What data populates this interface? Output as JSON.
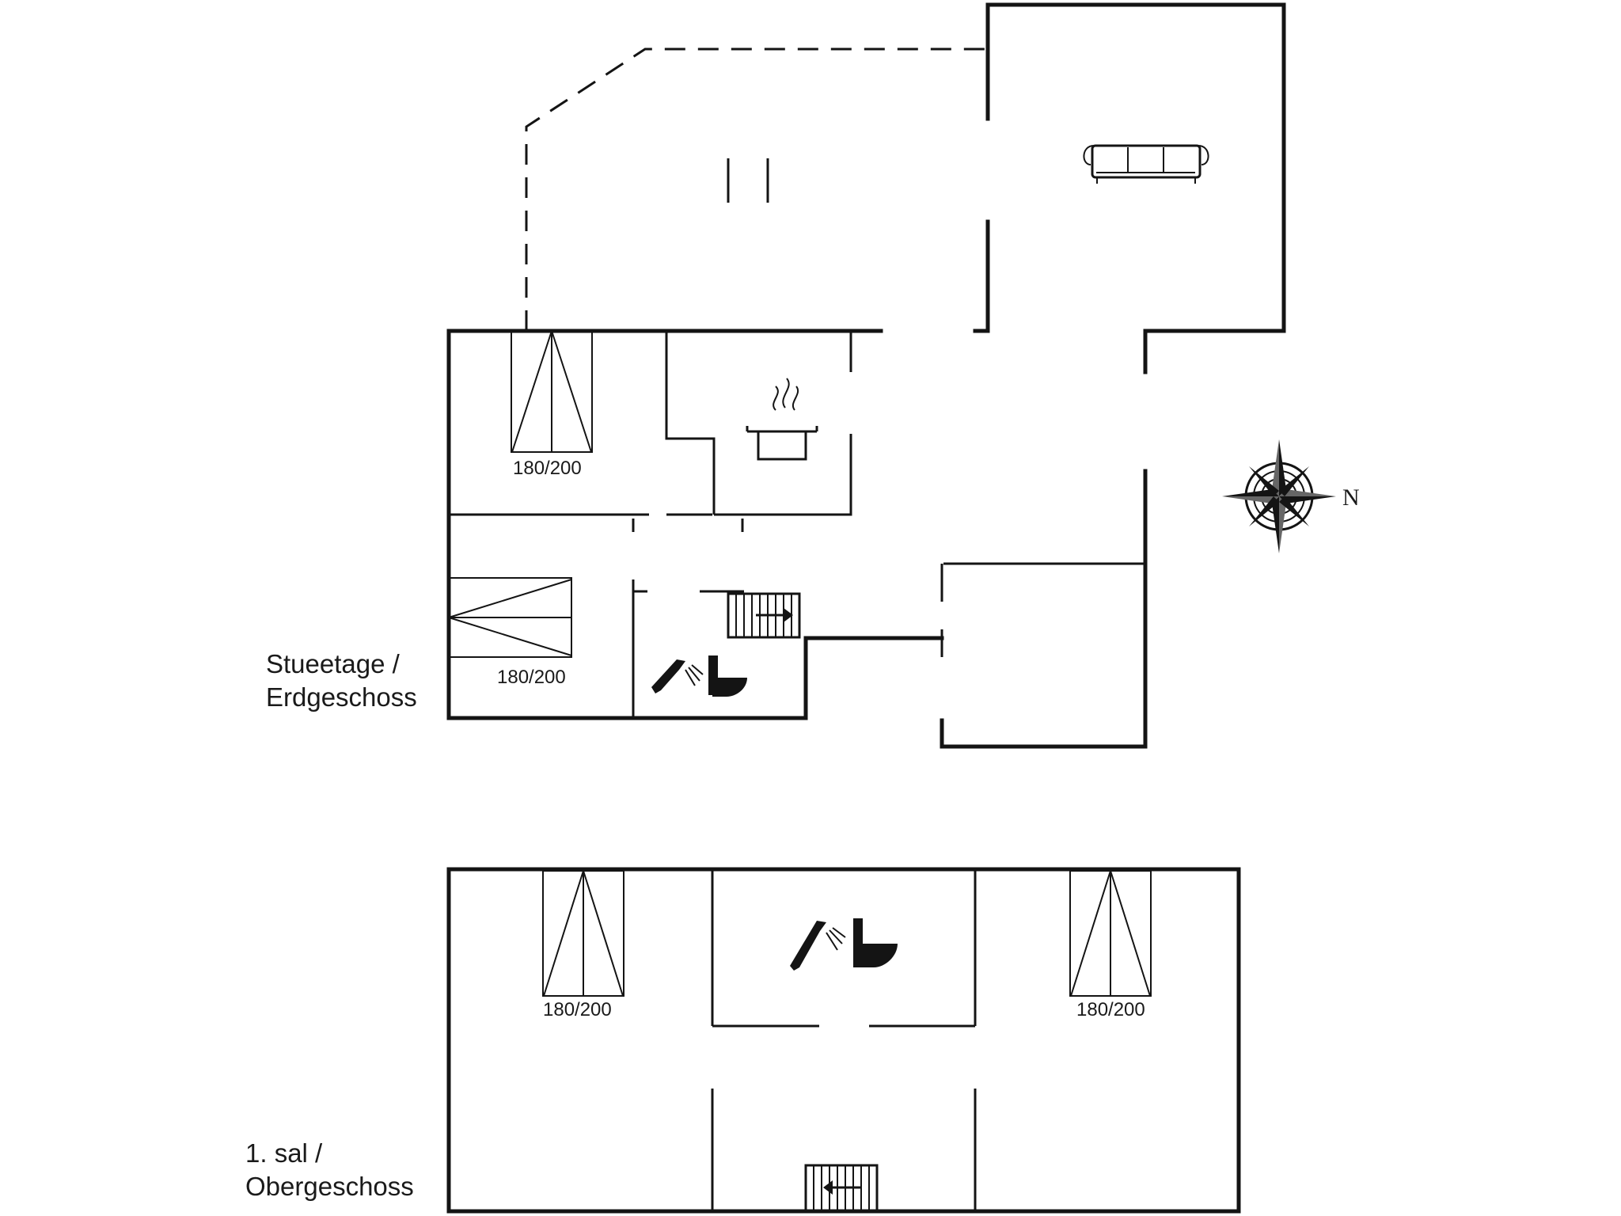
{
  "floors": {
    "ground": {
      "line1": "Stueetage /",
      "line2": "Erdgeschoss"
    },
    "upper": {
      "line1": "1. sal /",
      "line2": "Obergeschoss"
    }
  },
  "beds": {
    "ground_bedroom_1": "180/200",
    "ground_bedroom_2": "180/200",
    "upper_bedroom_left": "180/200",
    "upper_bedroom_right": "180/200"
  },
  "compass": {
    "north_label": "N"
  },
  "icons": [
    "sofa-icon",
    "cooking-pot-icon",
    "shower-icon",
    "toilet-icon",
    "staircase-icon",
    "compass-rose-icon"
  ]
}
